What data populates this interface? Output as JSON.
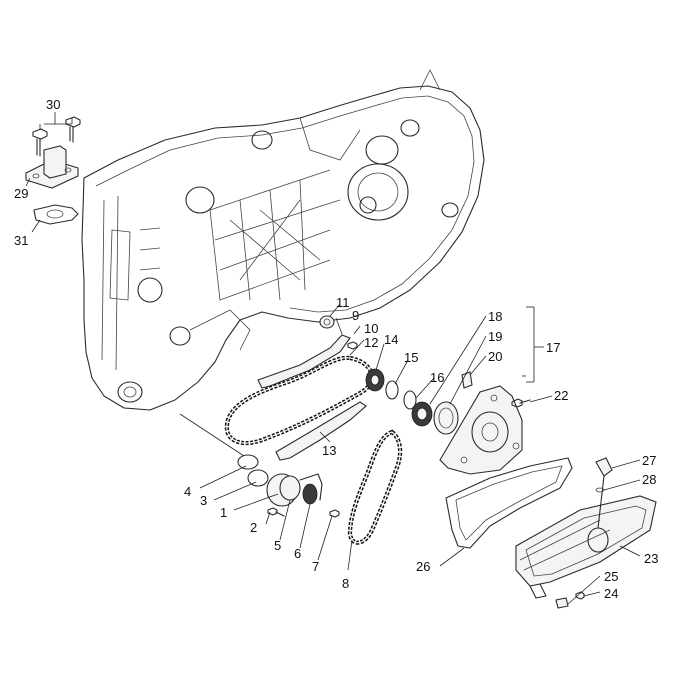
{
  "diagram": {
    "callouts": {
      "c1": "1",
      "c2": "2",
      "c3": "3",
      "c4": "4",
      "c5": "5",
      "c6": "6",
      "c7": "7",
      "c8": "8",
      "c9": "9",
      "c10": "10",
      "c11": "11",
      "c12": "12",
      "c13": "13",
      "c14": "14",
      "c15": "15",
      "c16": "16",
      "c17": "17",
      "c18": "18",
      "c19": "19",
      "c20": "20",
      "c22": "22",
      "c23": "23",
      "c24": "24",
      "c25": "25",
      "c26": "26",
      "c27": "27",
      "c28": "28",
      "c29": "29",
      "c30": "30",
      "c31": "31"
    }
  }
}
